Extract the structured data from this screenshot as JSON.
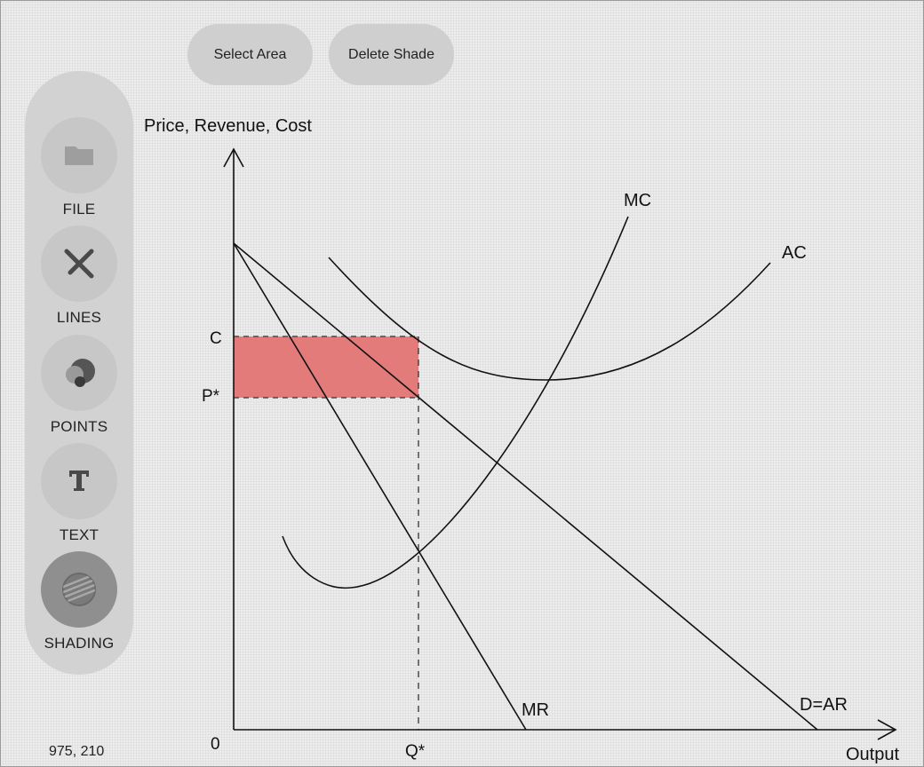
{
  "top_buttons": {
    "select_area": "Select Area",
    "delete_shade": "Delete Shade"
  },
  "toolbar": {
    "tools": [
      {
        "label": "FILE",
        "icon": "folder-icon",
        "active": false
      },
      {
        "label": "LINES",
        "icon": "line-cross-icon",
        "active": false
      },
      {
        "label": "POINTS",
        "icon": "points-icon",
        "active": false
      },
      {
        "label": "TEXT",
        "icon": "text-icon",
        "active": false
      },
      {
        "label": "SHADING",
        "icon": "shading-icon",
        "active": true
      }
    ]
  },
  "status": {
    "coordinates": "975, 210"
  },
  "graph": {
    "y_axis_label": "Price, Revenue, Cost",
    "x_axis_label": "Output",
    "origin_label": "0",
    "price_label": "P*",
    "cost_label": "C",
    "quantity_label": "Q*",
    "curves": {
      "mc": "MC",
      "ac": "AC",
      "mr": "MR",
      "demand": "D=AR"
    },
    "shade_color": "#e37b7b",
    "line_color": "#111111"
  }
}
